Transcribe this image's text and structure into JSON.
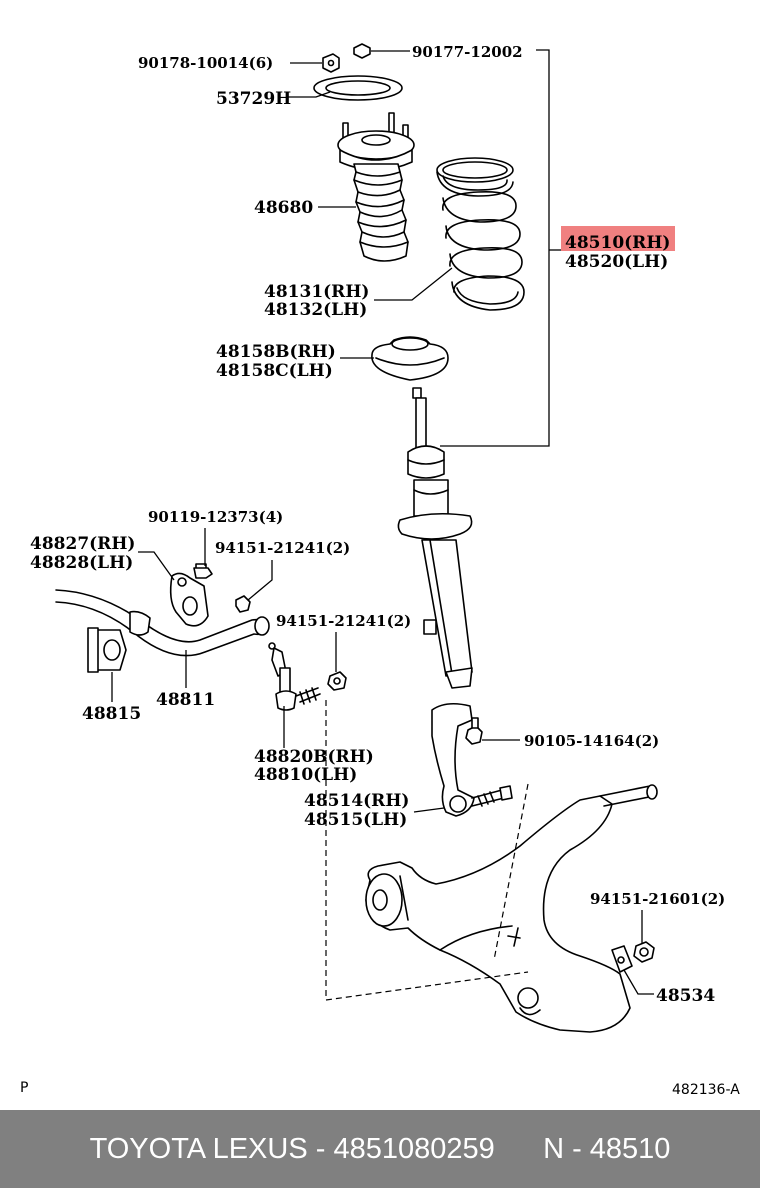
{
  "labels": {
    "p90178": "90178-10014(6)",
    "p90177": "90177-12002",
    "p53729": "53729H",
    "p48680": "48680",
    "p48510": "48510(RH)",
    "p48520": "48520(LH)",
    "p48131": "48131(RH)",
    "p48132": "48132(LH)",
    "p48158b": "48158B(RH)",
    "p48158c": "48158C(LH)",
    "p90119": "90119-12373(4)",
    "p48827": "48827(RH)",
    "p48828": "48828(LH)",
    "p94151a": "94151-21241(2)",
    "p94151b": "94151-21241(2)",
    "p48815": "48815",
    "p48811": "48811",
    "p48820b": "48820B(RH)",
    "p48810": "48810(LH)",
    "p90105": "90105-14164(2)",
    "p48514": "48514(RH)",
    "p48515": "48515(LH)",
    "p94151c": "94151-21601(2)",
    "p48534": "48534"
  },
  "corner_left": "P",
  "diagram_code": "482136-A",
  "highlight_color": "#f08080",
  "footer": {
    "brand": "TOYOTA LEXUS - 4851080259",
    "ref": "N - 48510"
  }
}
